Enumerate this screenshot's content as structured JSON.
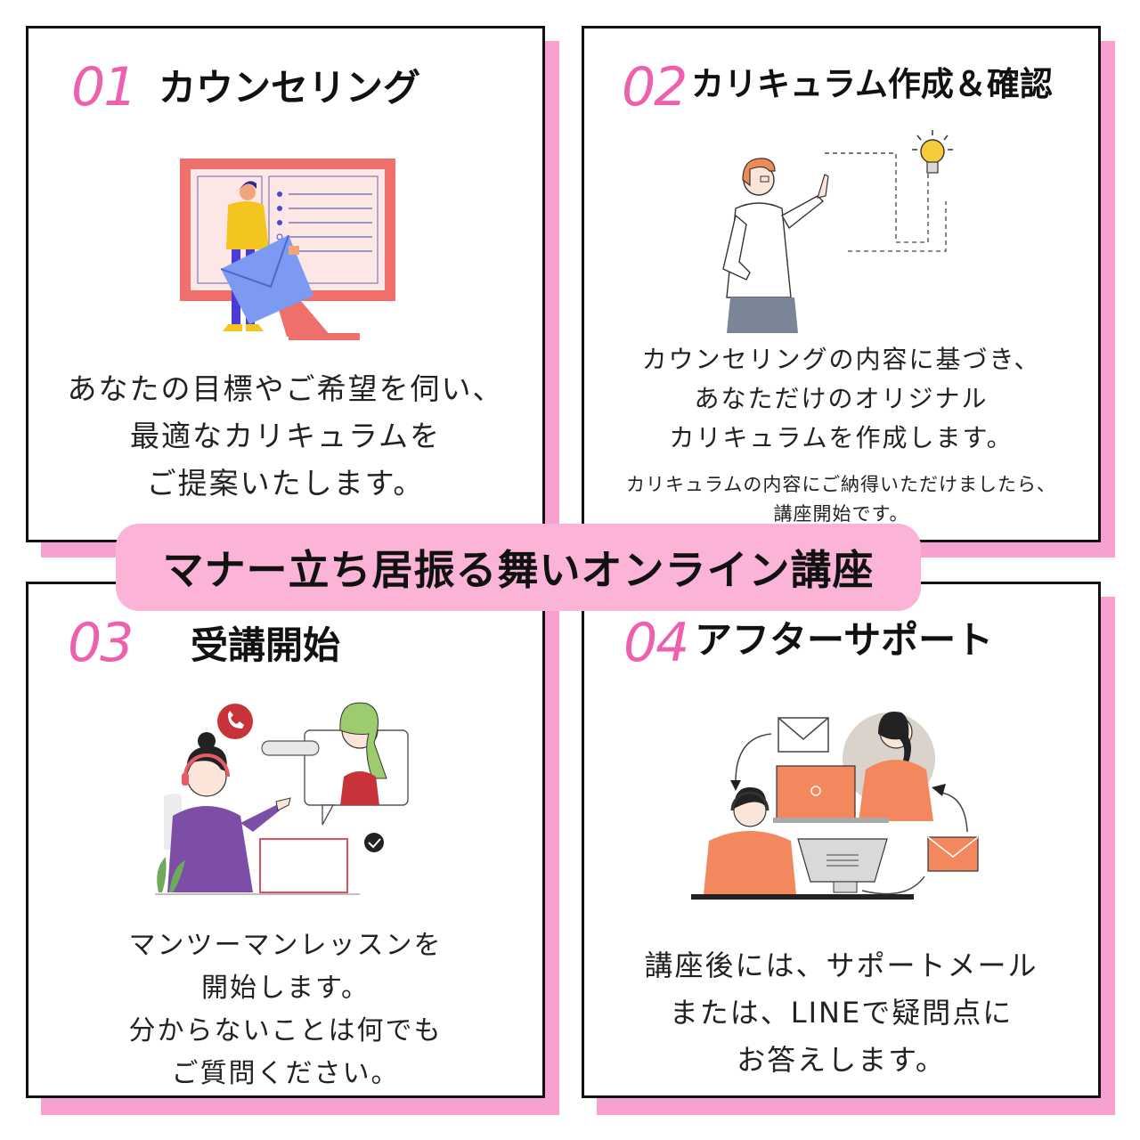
{
  "banner": {
    "text": "マナー立ち居振る舞いオンライン講座"
  },
  "steps": [
    {
      "number": "01",
      "title": "カウンセリング",
      "lines": [
        "あなたの目標やご希望を伺い、",
        "最適なカリキュラムを",
        "ご提案いたします。"
      ],
      "icon": "monitor-envelope-person-illustration"
    },
    {
      "number": "02",
      "title": "カリキュラム作成＆確認",
      "lines": [
        "カウンセリングの内容に基づき、",
        "あなただけのオリジナル",
        "カリキュラムを作成します。"
      ],
      "note": [
        "カリキュラムの内容にご納得いただけましたら、",
        "講座開始です。"
      ],
      "icon": "woman-pointing-lightbulb-illustration"
    },
    {
      "number": "03",
      "title": "受講開始",
      "lines": [
        "マンツーマンレッスンを",
        "開始します。",
        "分からないことは何でも",
        "ご質問ください。"
      ],
      "icon": "online-lesson-headset-illustration"
    },
    {
      "number": "04",
      "title": "アフターサポート",
      "lines": [
        "講座後には、サポートメール",
        "または、LINEで疑問点に",
        "お答えします。"
      ],
      "icon": "support-mail-illustration"
    }
  ],
  "colors": {
    "accent": "#ee5fae",
    "shadow": "#f7a1cf",
    "banner": "#fbb3d8",
    "border": "#111111"
  }
}
